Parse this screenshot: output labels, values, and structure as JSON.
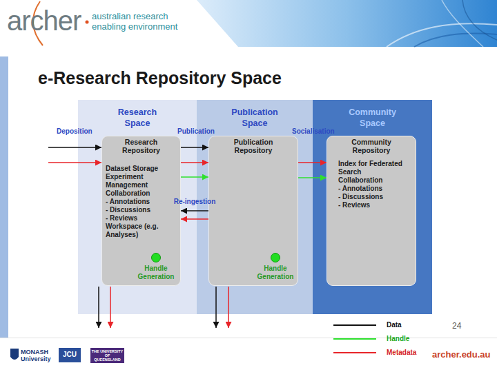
{
  "diagram": {
    "title": "e-Research Repository Space",
    "nodes": [
      {
        "text": [
          "Research Space"
        ]
      },
      {
        "text": [
          "Publication Space"
        ]
      },
      {
        "text": [
          "Community Space"
        ]
      },
      {
        "text": [
          "Research Repository",
          "Dataset Storage",
          "Experiment Management",
          "Collaboration",
          "- Annotations",
          "- Discussions",
          "- Reviews",
          "Workspace (e.g. Analyses)"
        ],
        "in": 0
      },
      {
        "text": [
          "Handle Generation"
        ],
        "in": 3
      },
      {
        "text": [
          "Publication Repository"
        ],
        "in": 1
      },
      {
        "text": [
          "Handle Generation"
        ],
        "in": 5
      },
      {
        "text": [
          "Community Repository",
          "Index for Federated Search",
          "Collaboration",
          "- Annotations",
          "- Discussions",
          "- Reviews"
        ],
        "in": 2
      }
    ],
    "edges": [
      {
        "from": 3,
        "to": 5,
        "arrow": "to"
      },
      {
        "from": 3,
        "to": 5,
        "arrow": "to"
      },
      {
        "from": 3,
        "to": 5,
        "arrow": "to"
      },
      {
        "from": 5,
        "to": 3,
        "arrow": "to",
        "label": "Re-ingestion"
      },
      {
        "from": 5,
        "to": 3,
        "arrow": "to"
      },
      {
        "from": 5,
        "to": 7,
        "arrow": "to"
      },
      {
        "from": 5,
        "to": 7,
        "arrow": "to"
      }
    ],
    "labels": [
      "archer",
      "australian research enabling environment",
      "Deposition",
      "Publication",
      "Socialisation",
      "24",
      "MONASH University",
      "JCU",
      "THE UNIVERSITY OF QUEENSLAND",
      "archer.edu.au"
    ],
    "legend": [
      {
        "text": "Data"
      },
      {
        "text": "Handle"
      },
      {
        "text": "Metadata"
      }
    ]
  }
}
